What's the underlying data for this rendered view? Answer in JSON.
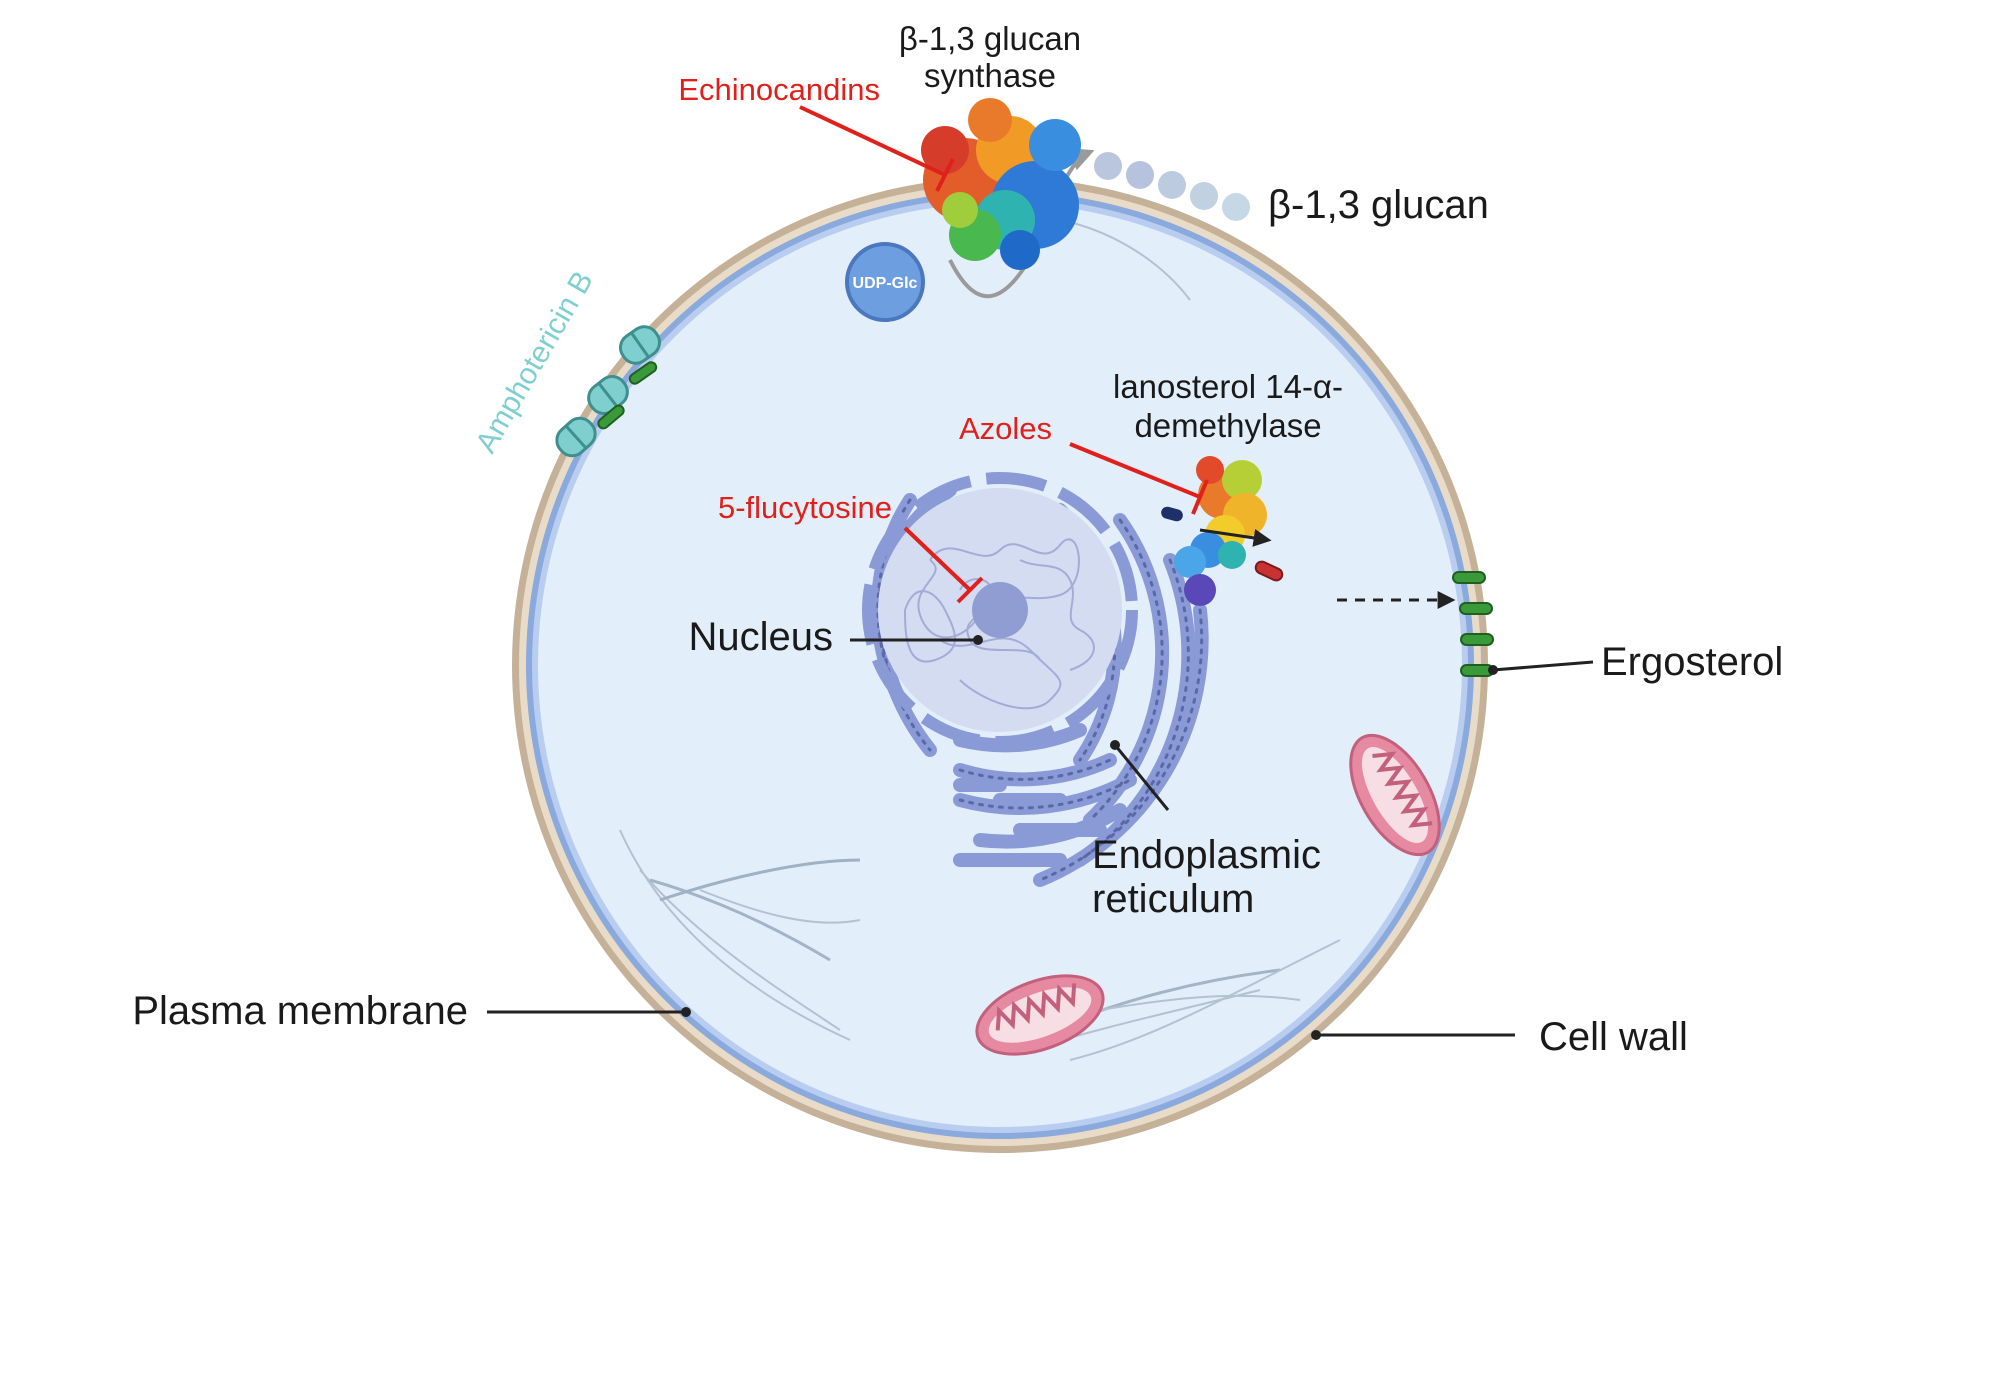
{
  "colors": {
    "drug": "#e0201b",
    "amphotericin": "#7fcfcf",
    "cell_wall": "#c4b197",
    "membrane": "#8aa9dd",
    "cytoplasm": "#e3eefb",
    "er": "#8a9ad6",
    "ergosterol": "#3a9a3a",
    "mitochondrion": "#e58aa1",
    "glucan_beads": "#b9c6de",
    "leader": "#222222"
  },
  "labels": {
    "glucan_synthase_line1": "β-1,3 glucan",
    "glucan_synthase_line2": "synthase",
    "echinocandins": "Echinocandins",
    "glucan": "β-1,3 glucan",
    "udp_glc": "UDP-Glc",
    "amphotericin": "Amphotericin B",
    "lanosterol_line1": "lanosterol 14-α-",
    "lanosterol_line2": "demethylase",
    "azoles": "Azoles",
    "flucytosine": "5-flucytosine",
    "nucleus": "Nucleus",
    "er_line1": "Endoplasmic",
    "er_line2": "reticulum",
    "ergosterol": "Ergosterol",
    "plasma_membrane": "Plasma membrane",
    "cell_wall": "Cell wall"
  },
  "icons": {
    "glucan_synthase": "protein-complex-icon",
    "demethylase": "enzyme-icon",
    "amphotericin_pores": "membrane-pore-icon",
    "mitochondria": "mitochondrion-icon"
  }
}
